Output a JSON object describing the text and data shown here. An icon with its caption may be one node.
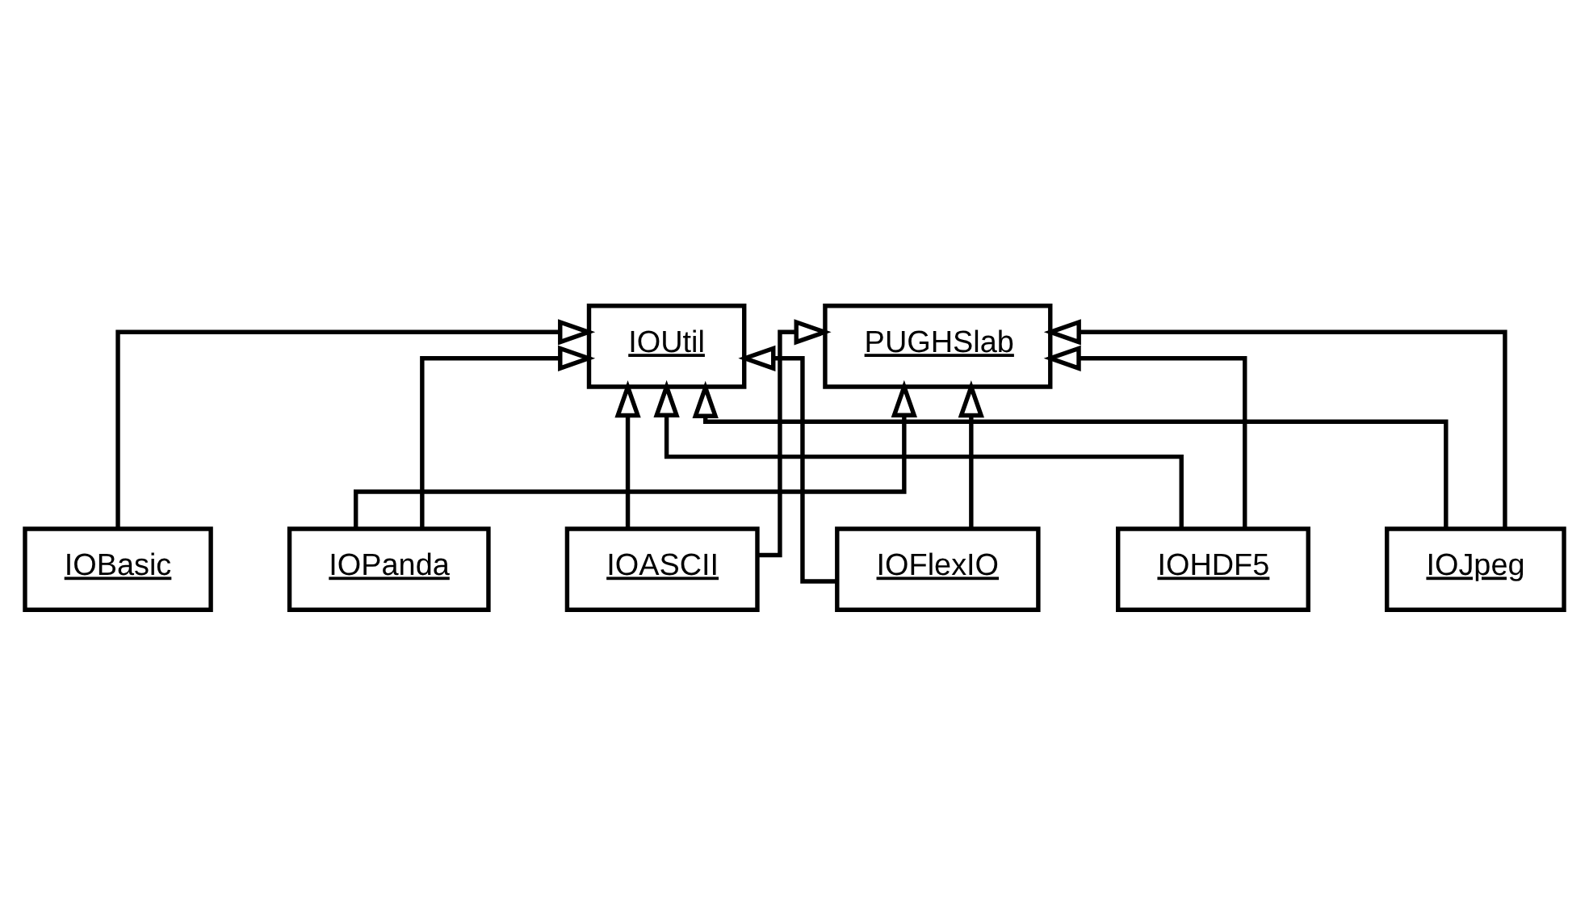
{
  "diagram": {
    "nodes": [
      {
        "text": [
          "IOUtil"
        ]
      },
      {
        "text": [
          "PUGHSlab"
        ]
      },
      {
        "text": [
          "IOBasic"
        ]
      },
      {
        "text": [
          "IOASCII"
        ]
      },
      {
        "text": [
          "IOFlexIO"
        ]
      },
      {
        "text": [
          "IOHDF5"
        ]
      },
      {
        "text": [
          "IOJpeg"
        ]
      },
      {
        "text": [
          "IOPanda"
        ]
      }
    ],
    "edges": [
      {
        "from": 2,
        "to": 0,
        "arrow": "to"
      },
      {
        "from": 3,
        "to": 0,
        "arrow": "to"
      },
      {
        "from": 4,
        "to": 0,
        "arrow": "to"
      },
      {
        "from": 5,
        "to": 0,
        "arrow": "to"
      },
      {
        "from": 6,
        "to": 0,
        "arrow": "to"
      },
      {
        "from": 7,
        "to": 0,
        "arrow": "to"
      },
      {
        "from": 3,
        "to": 1,
        "arrow": "to"
      },
      {
        "from": 4,
        "to": 1,
        "arrow": "to"
      },
      {
        "from": 5,
        "to": 1,
        "arrow": "to"
      },
      {
        "from": 6,
        "to": 1,
        "arrow": "to"
      },
      {
        "from": 7,
        "to": 1,
        "arrow": "to"
      }
    ]
  }
}
